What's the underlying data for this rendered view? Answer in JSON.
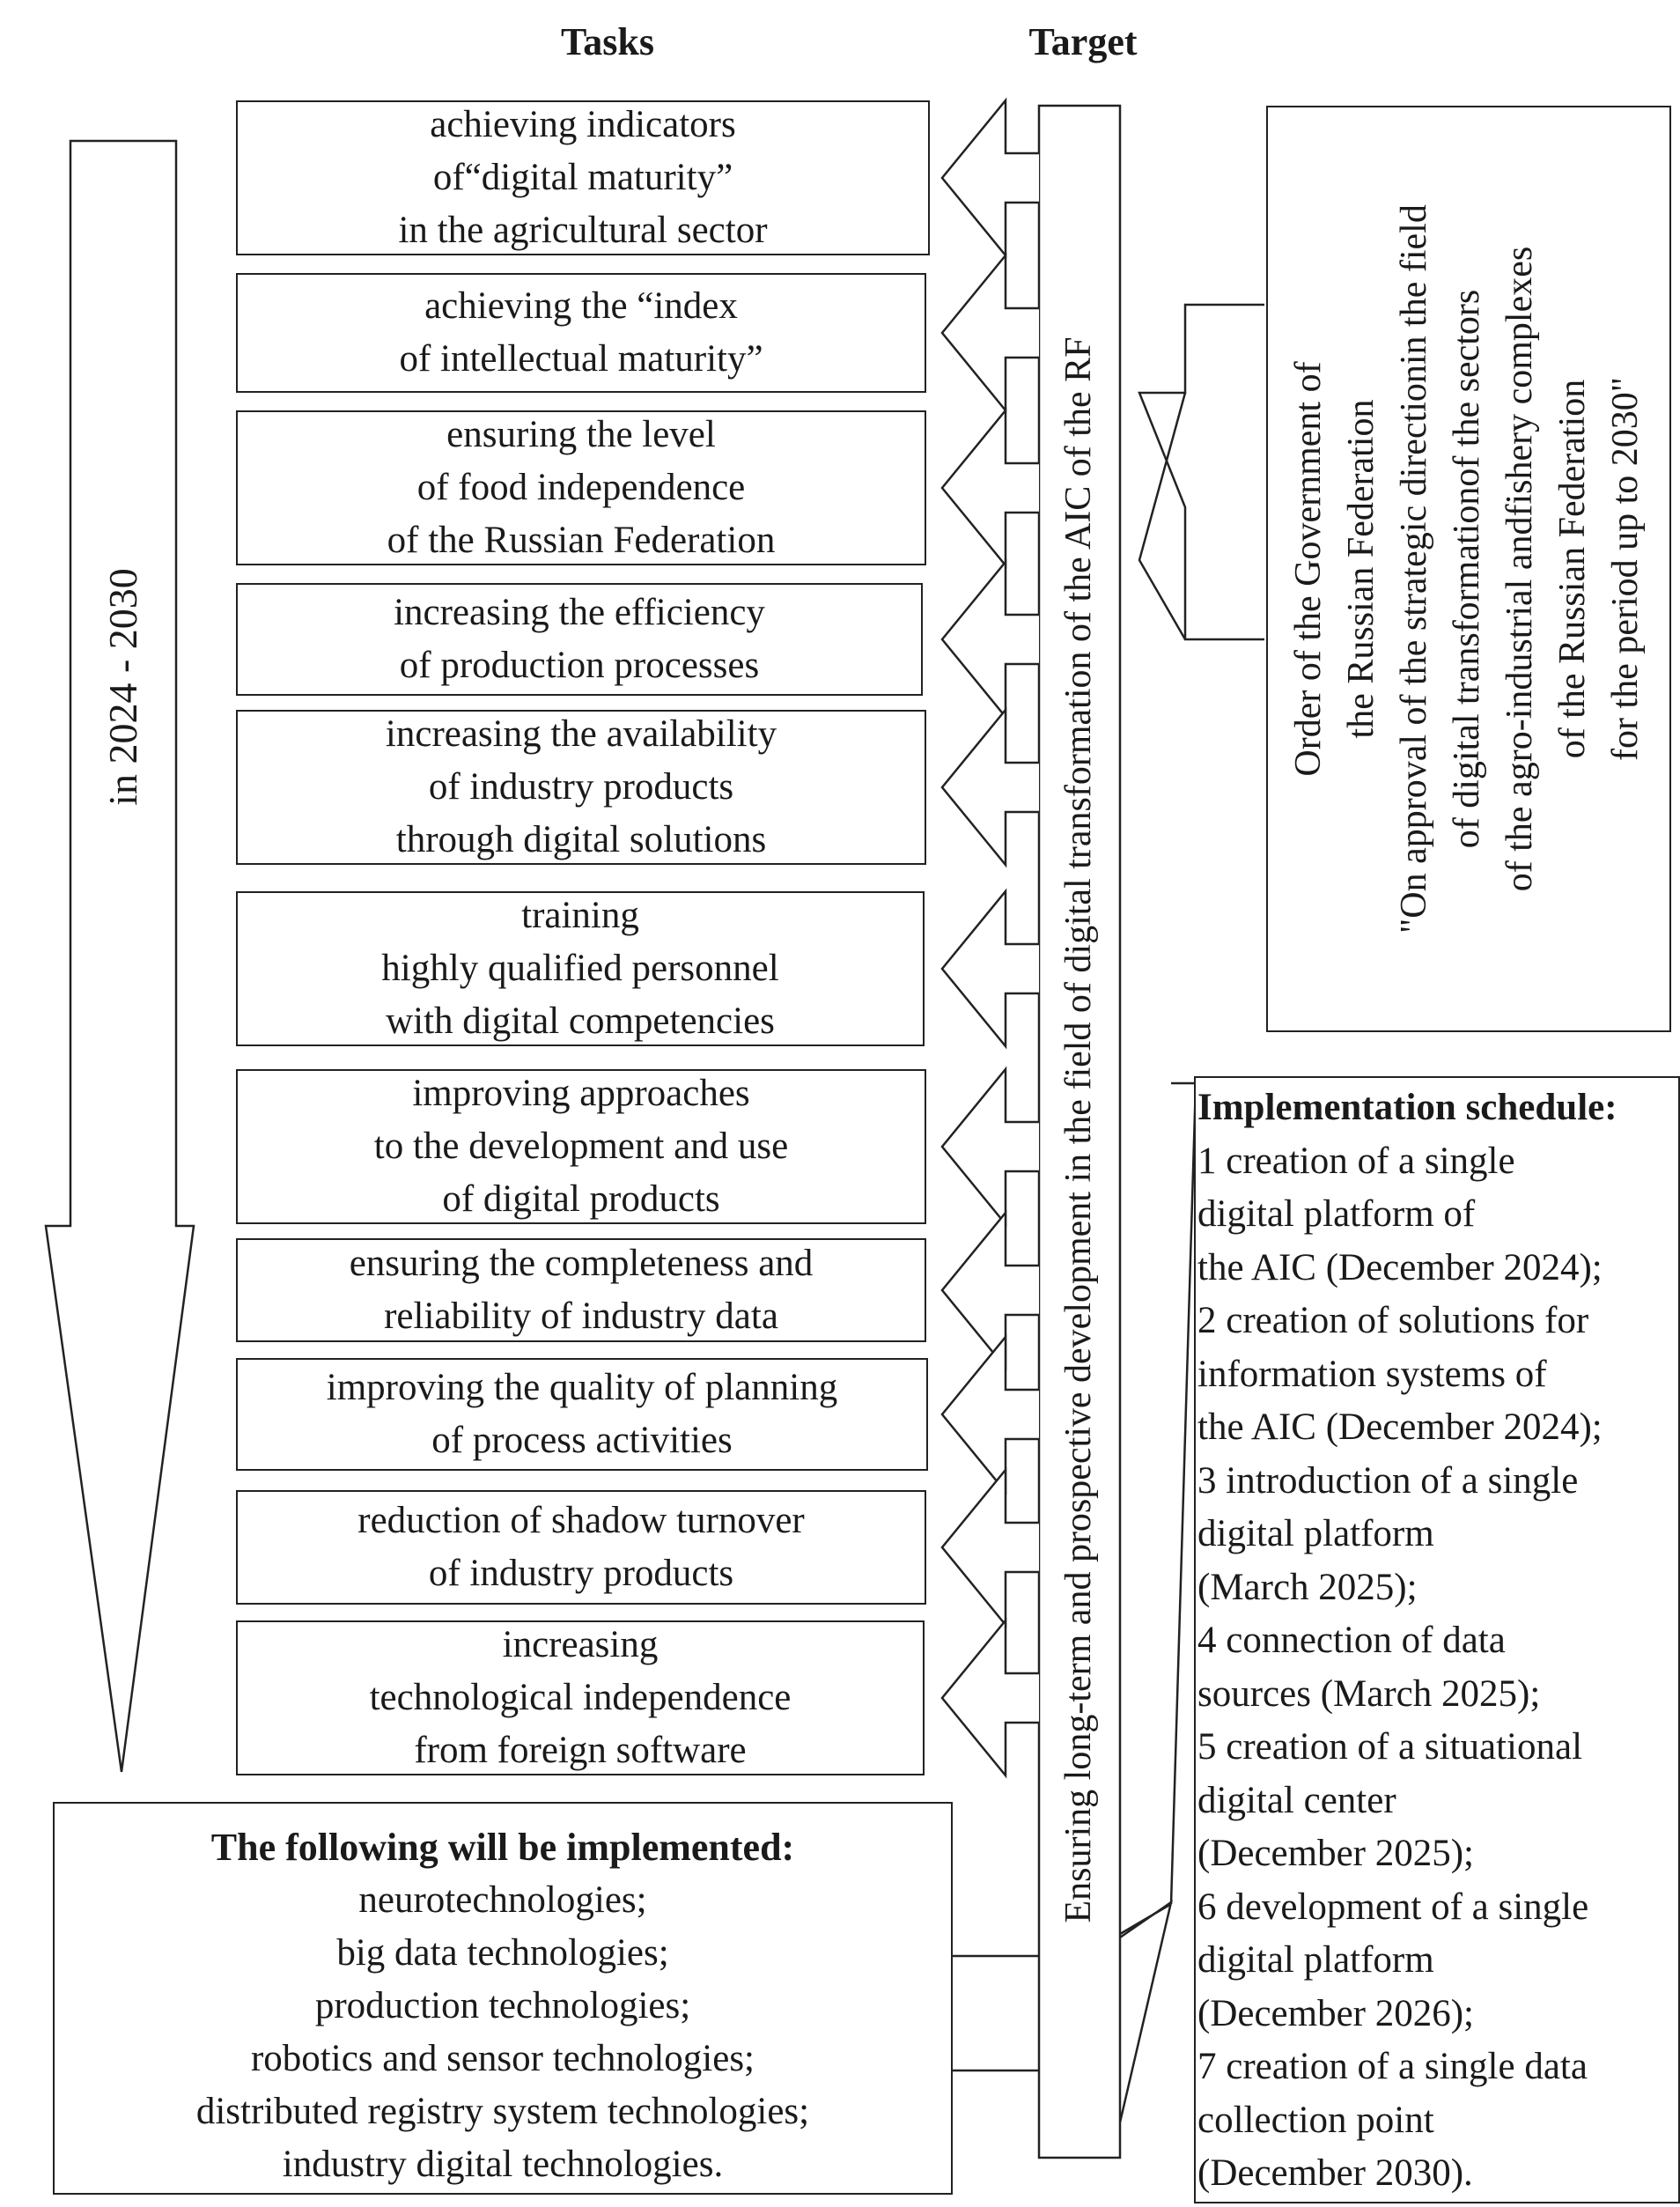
{
  "headers": {
    "tasks": "Tasks",
    "target": "Target"
  },
  "period_label": "in 2024 - 2030",
  "target_text": "Ensuring long-term and prospective development in the field of digital transformation of the AIC of the RF",
  "tasks": [
    {
      "lines": [
        "achieving indicators",
        "of“digital maturity”",
        "in the agricultural sector"
      ]
    },
    {
      "lines": [
        "achieving the “index",
        "of intellectual maturity”"
      ]
    },
    {
      "lines": [
        "ensuring the level",
        "of food independence",
        "of the Russian Federation"
      ]
    },
    {
      "lines": [
        "increasing the efficiency",
        "of production processes"
      ]
    },
    {
      "lines": [
        "increasing the availability",
        "of industry products",
        "through digital solutions"
      ]
    },
    {
      "lines": [
        "training",
        "highly qualified personnel",
        "with digital competencies"
      ]
    },
    {
      "lines": [
        "improving approaches",
        "to the development and use",
        "of digital products"
      ]
    },
    {
      "lines": [
        "ensuring the completeness and",
        "reliability of industry data"
      ]
    },
    {
      "lines": [
        "improving the quality of planning",
        "of process activities"
      ]
    },
    {
      "lines": [
        "reduction of shadow turnover",
        "of industry products"
      ]
    },
    {
      "lines": [
        "increasing",
        "technological independence",
        "from foreign software"
      ]
    }
  ],
  "order": {
    "lines": [
      "Order of the Government of",
      "the Russian Federation",
      "\"On approval of the strategic directionin the field",
      "of digital transformationof the sectors",
      "of the agro-industrial andfishery complexes",
      "of the Russian Federation",
      "for the period up to 2030\""
    ]
  },
  "schedule": {
    "title": "Implementation schedule:",
    "lines": [
      "1 creation of a single",
      "digital platform of",
      "the AIC (December 2024);",
      "2 creation of solutions for",
      "information systems of",
      "the AIC (December 2024);",
      "3 introduction of a single",
      "digital platform",
      "(March 2025);",
      "4 connection of data",
      "sources (March 2025);",
      "5 creation of a situational",
      "digital center",
      "(December 2025);",
      "6 development of a single",
      "digital platform",
      "(December 2026);",
      "7 creation of a single data",
      "collection point",
      "(December 2030)."
    ]
  },
  "implemented": {
    "title": "The following will be implemented:",
    "items": [
      "neurotechnologies;",
      "big data technologies;",
      "production technologies;",
      "robotics and sensor technologies;",
      "distributed registry system technologies;",
      "industry digital technologies."
    ]
  }
}
